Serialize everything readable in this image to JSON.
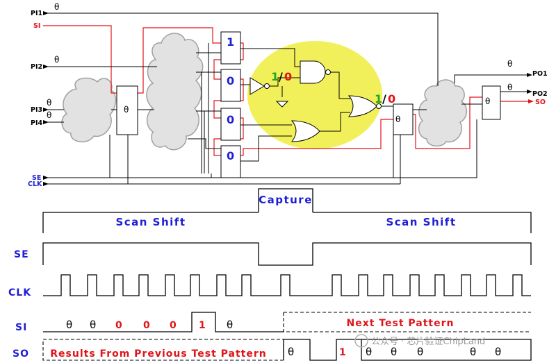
{
  "circuit": {
    "inputs": {
      "pi1": "PI1",
      "si": "SI",
      "pi2": "PI2",
      "pi3": "PI3",
      "pi4": "PI4",
      "se": "SE",
      "clk": "CLK"
    },
    "outputs": {
      "po1": "PO1",
      "po2": "PO2",
      "so": "SO"
    },
    "x_value": "θ",
    "scan_ff_values": [
      "1",
      "0",
      "0",
      "0"
    ],
    "fault_inverter": {
      "good": "1",
      "slash": "/",
      "faulty": "0"
    },
    "fault_output": {
      "good": "1",
      "slash": "/",
      "faulty": "0"
    }
  },
  "timing": {
    "phases": {
      "shift_left": "Scan Shift",
      "capture": "Capture",
      "shift_right": "Scan Shift"
    },
    "signals": {
      "se": "SE",
      "clk": "CLK",
      "si": "SI",
      "so": "SO"
    },
    "si_bits": [
      "θ",
      "θ",
      "0",
      "0",
      "0",
      "1",
      "θ"
    ],
    "next_pattern": "Next Test Pattern",
    "prev_results": "Results From Previous Test Pattern",
    "so_bits": [
      "θ",
      "1",
      "θ",
      "θ",
      "θ",
      "θ",
      "θ"
    ]
  },
  "colors": {
    "wire": "#000000",
    "scan_path": "#e0141a",
    "highlight": "#f2f05a",
    "label_blue": "#1f1fd6",
    "cloud_fill": "#e2e2e2",
    "cloud_stroke": "#a0a0a0"
  },
  "watermark": "公众号 · 芯片验证ChipLand"
}
